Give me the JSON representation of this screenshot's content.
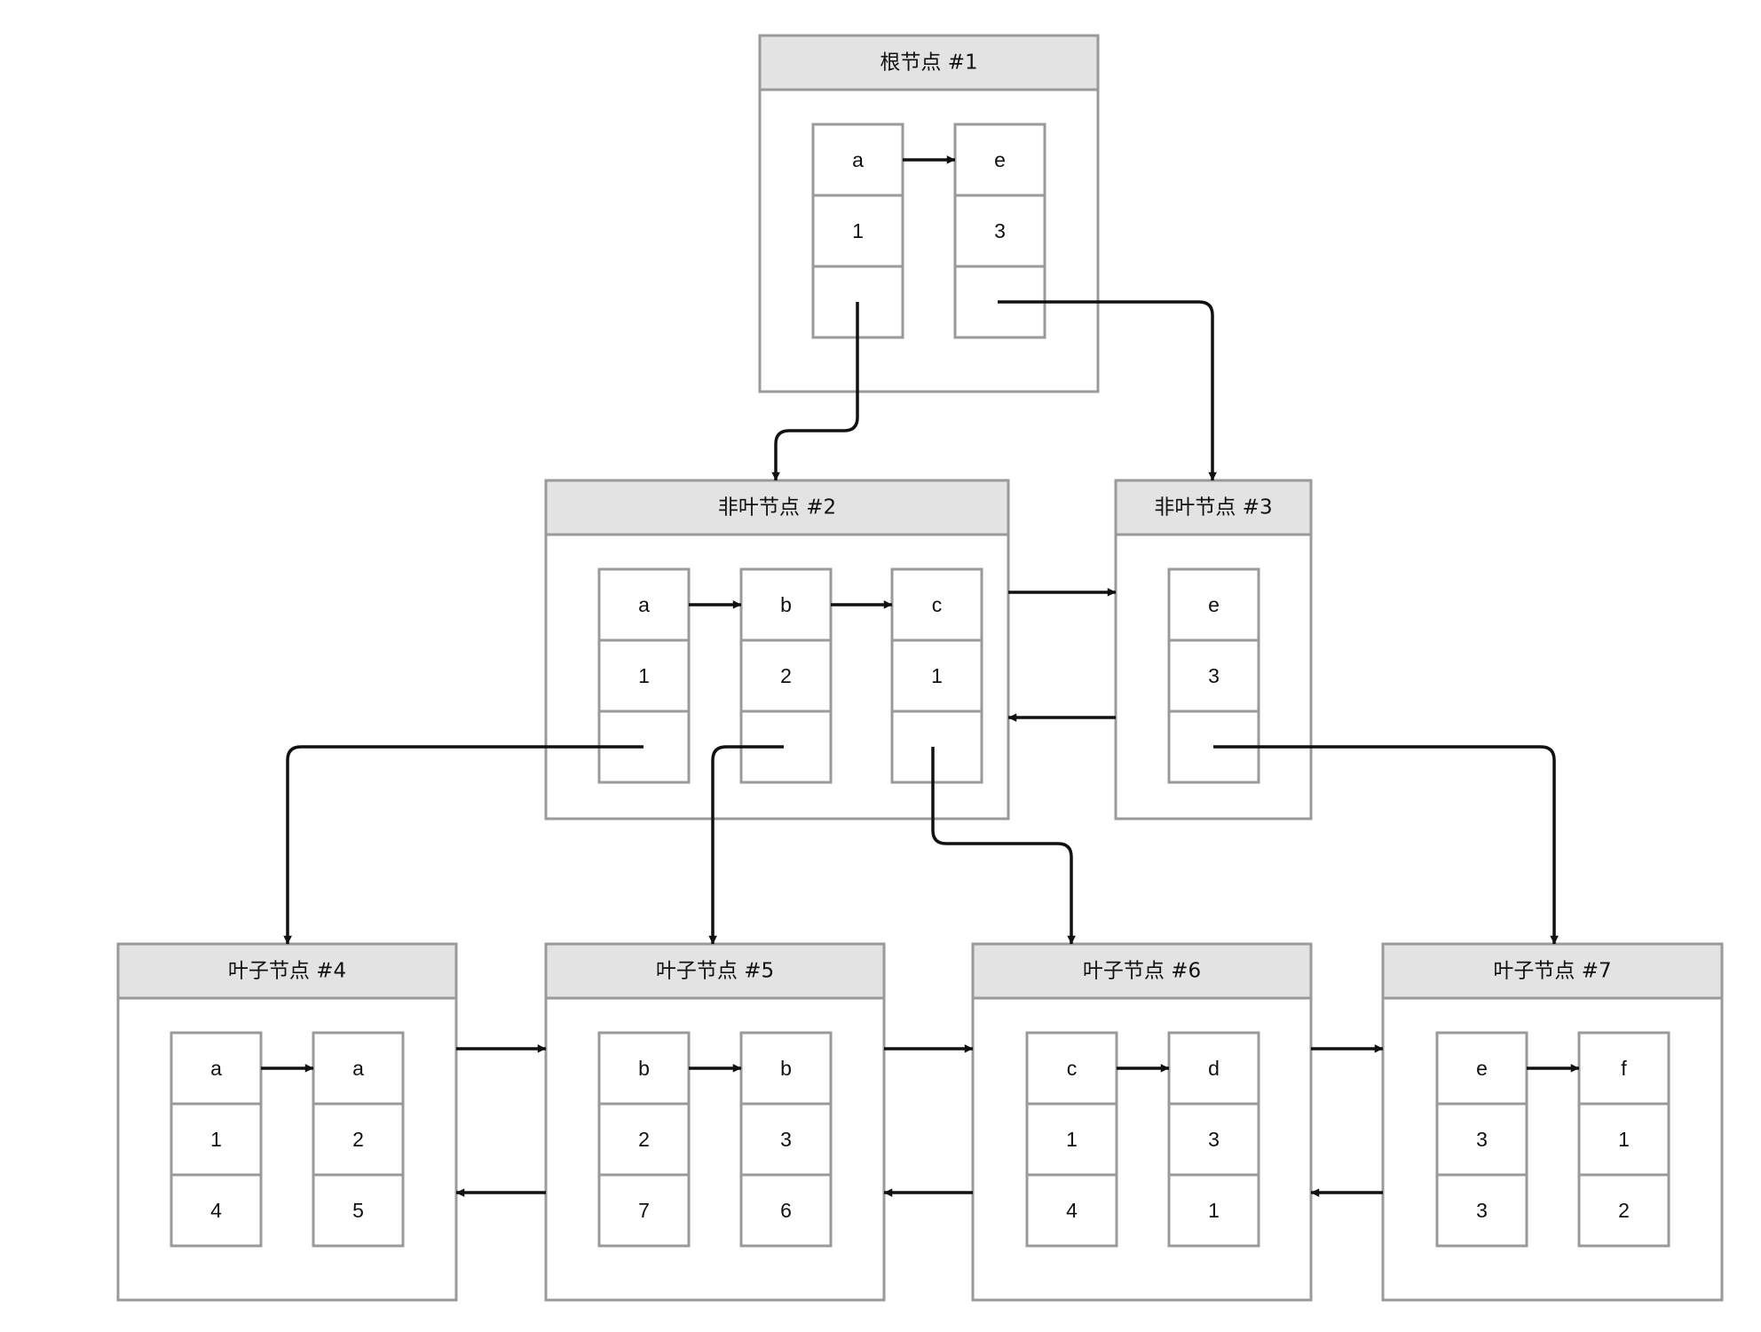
{
  "nodes": [
    {
      "id": "n1",
      "title": "根节点 #1",
      "records": [
        [
          "a",
          "1",
          ""
        ],
        [
          "e",
          "3",
          ""
        ]
      ]
    },
    {
      "id": "n2",
      "title": "非叶节点 #2",
      "records": [
        [
          "a",
          "1",
          ""
        ],
        [
          "b",
          "2",
          ""
        ],
        [
          "c",
          "1",
          ""
        ]
      ]
    },
    {
      "id": "n3",
      "title": "非叶节点 #3",
      "records": [
        [
          "e",
          "3",
          ""
        ]
      ]
    },
    {
      "id": "n4",
      "title": "叶子节点 #4",
      "records": [
        [
          "a",
          "1",
          "4"
        ],
        [
          "a",
          "2",
          "5"
        ]
      ]
    },
    {
      "id": "n5",
      "title": "叶子节点 #5",
      "records": [
        [
          "b",
          "2",
          "7"
        ],
        [
          "b",
          "3",
          "6"
        ]
      ]
    },
    {
      "id": "n6",
      "title": "叶子节点 #6",
      "records": [
        [
          "c",
          "1",
          "4"
        ],
        [
          "d",
          "3",
          "1"
        ]
      ]
    },
    {
      "id": "n7",
      "title": "叶子节点 #7",
      "records": [
        [
          "e",
          "3",
          "3"
        ],
        [
          "f",
          "1",
          "2"
        ]
      ]
    }
  ],
  "colors": {
    "header_fill": "#e3e3e3",
    "border": "#9a9a9a",
    "arrow": "#111111"
  }
}
